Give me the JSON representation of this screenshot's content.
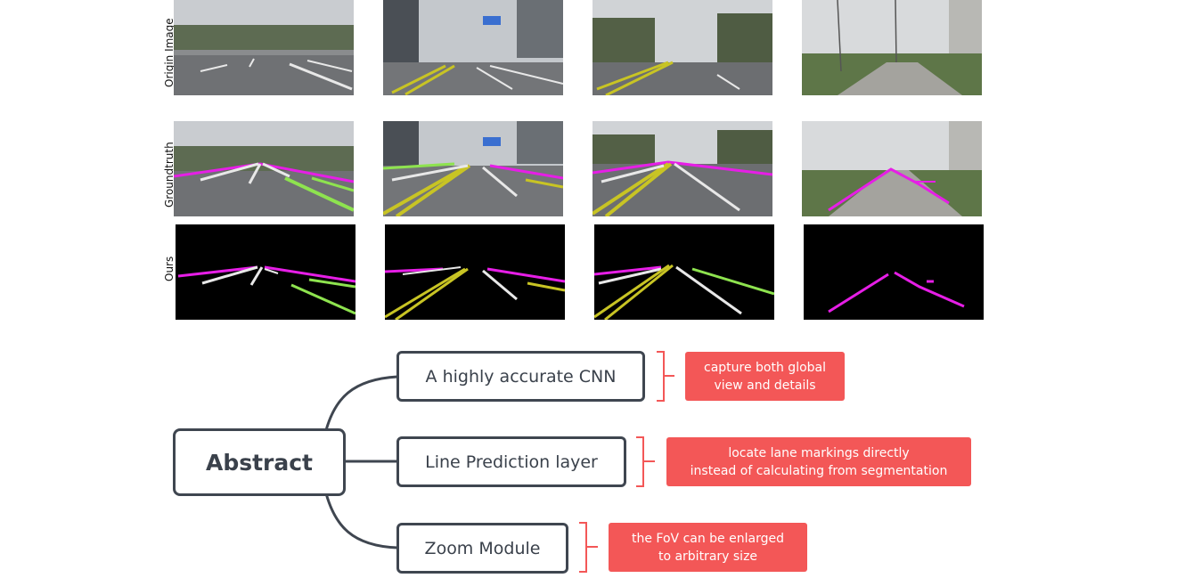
{
  "figure": {
    "row_labels": [
      "Origin Image",
      "Groundtruth",
      "Ours"
    ]
  },
  "mindmap": {
    "root": "Abstract",
    "branches": [
      {
        "label": "A highly accurate CNN",
        "note_lines": [
          "capture both global",
          "view and details"
        ]
      },
      {
        "label": "Line Prediction layer",
        "note_lines": [
          "locate lane markings directly",
          "instead of calculating from segmentation"
        ]
      },
      {
        "label": "Zoom Module",
        "note_lines": [
          "the FoV can be enlarged",
          "to arbitrary size"
        ]
      }
    ]
  },
  "colors": {
    "lane_magenta": "#e61ee6",
    "lane_green": "#8ee34f",
    "lane_yellow": "#c8c424",
    "lane_white": "#e8e8e8",
    "note_red": "#f35757",
    "box_border": "#3f4650"
  }
}
